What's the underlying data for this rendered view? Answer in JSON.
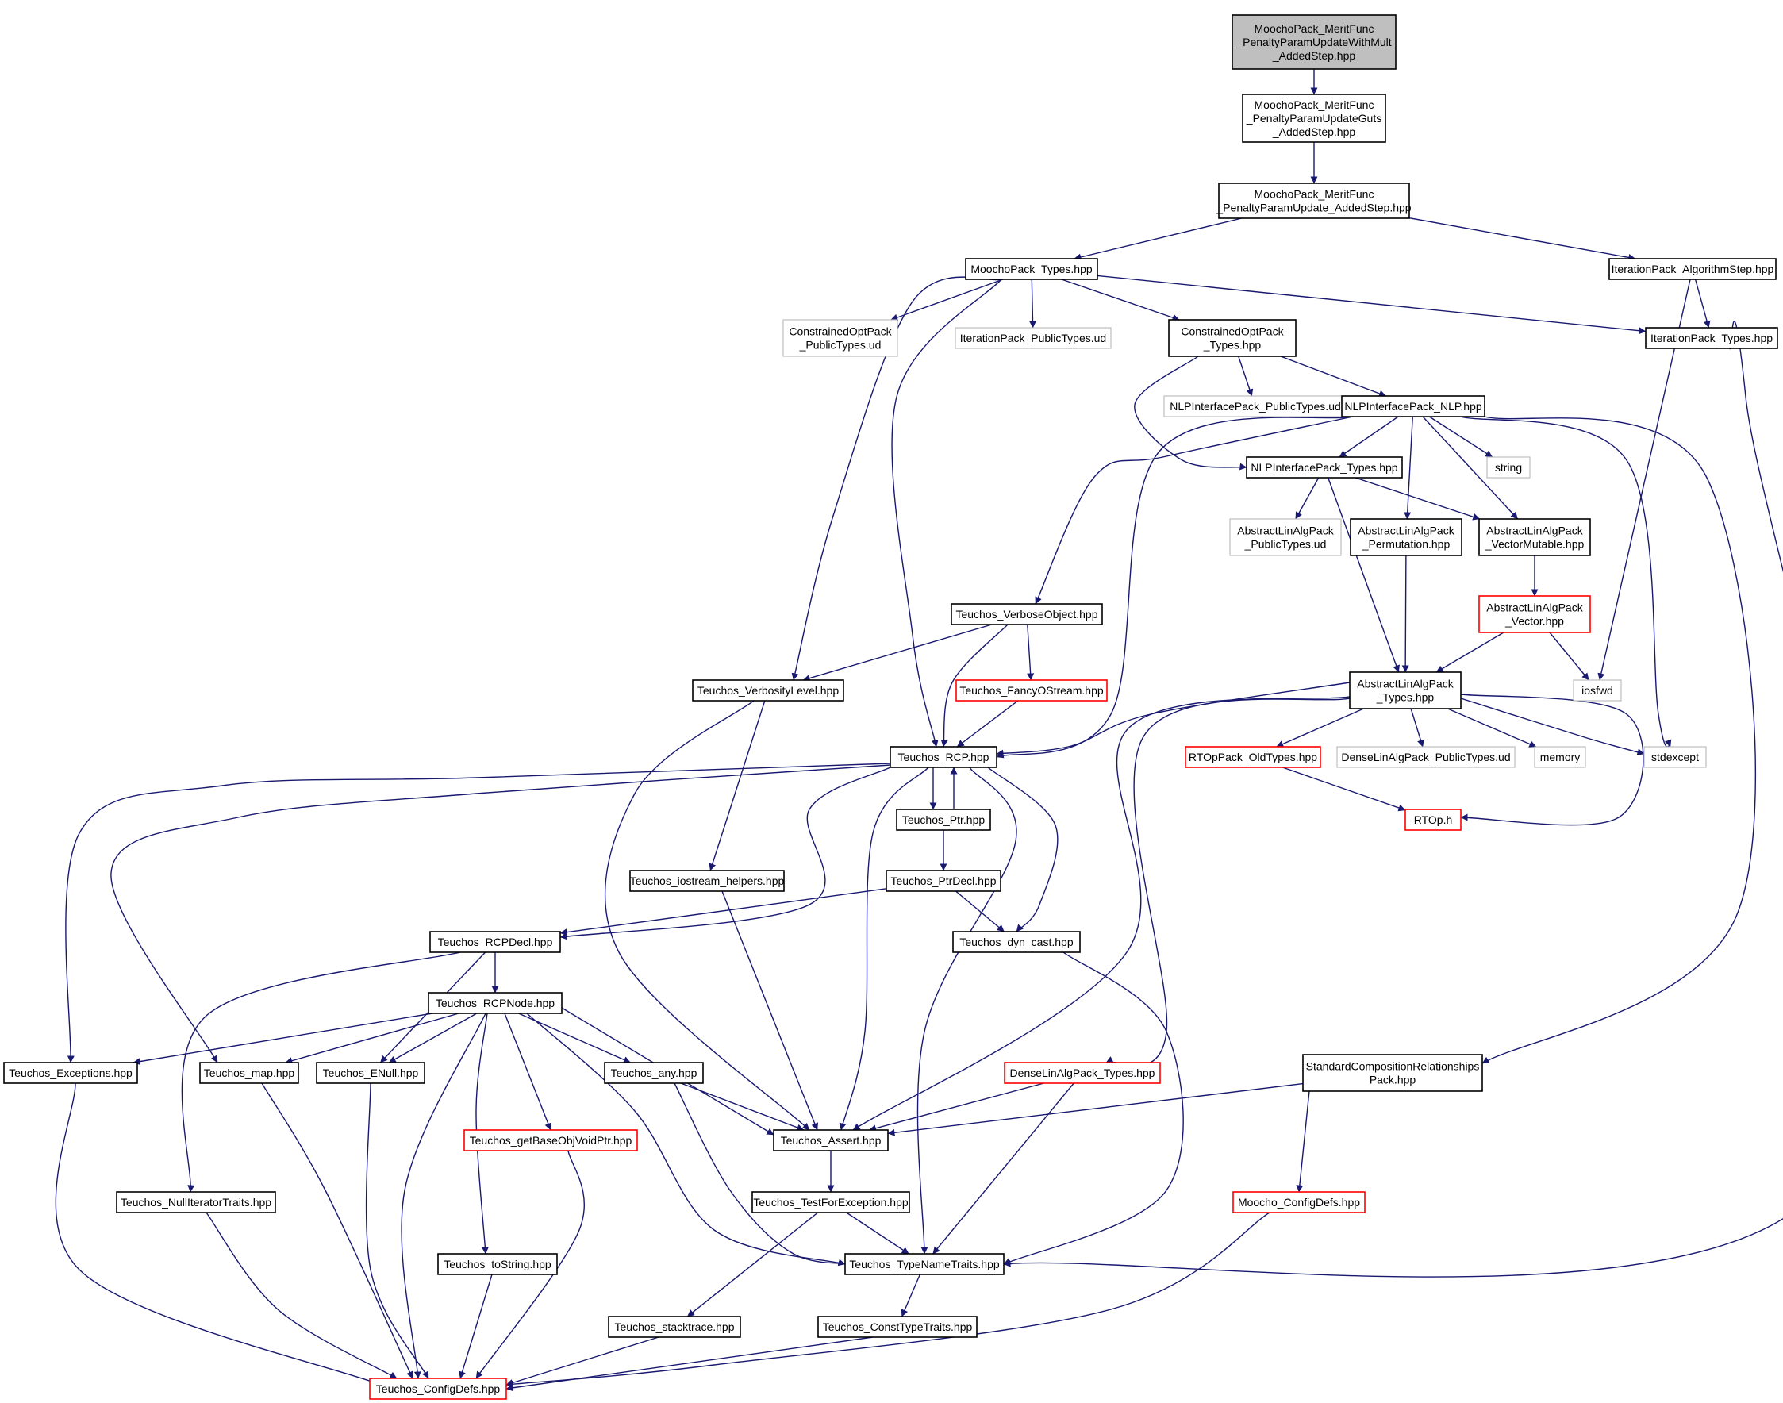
{
  "colors": {
    "edge": "#191970",
    "root_fill": "#bfbfbf",
    "documented_border": "#000000",
    "truncated_border": "#ff0000",
    "external_border": "#bfbfbf",
    "external_text": "#404040"
  },
  "nodes": [
    {
      "id": "root",
      "kind": "root",
      "lines": [
        "MoochoPack_MeritFunc",
        "_PenaltyParamUpdateWithMult",
        "_AddedStep.hpp"
      ]
    },
    {
      "id": "guts",
      "kind": "documented",
      "lines": [
        "MoochoPack_MeritFunc",
        "_PenaltyParamUpdateGuts",
        "_AddedStep.hpp"
      ]
    },
    {
      "id": "upd",
      "kind": "documented",
      "lines": [
        "MoochoPack_MeritFunc",
        "_PenaltyParamUpdate_AddedStep.hpp"
      ]
    },
    {
      "id": "mtypes",
      "kind": "documented",
      "lines": [
        "MoochoPack_Types.hpp"
      ]
    },
    {
      "id": "algstep",
      "kind": "documented",
      "lines": [
        "IterationPack_AlgorithmStep.hpp"
      ]
    },
    {
      "id": "copub",
      "kind": "external",
      "lines": [
        "ConstrainedOptPack",
        "_PublicTypes.ud"
      ]
    },
    {
      "id": "itpub",
      "kind": "external",
      "lines": [
        "IterationPack_PublicTypes.ud"
      ]
    },
    {
      "id": "cotypes",
      "kind": "documented",
      "lines": [
        "ConstrainedOptPack",
        "_Types.hpp"
      ]
    },
    {
      "id": "ittypes",
      "kind": "documented",
      "lines": [
        "IterationPack_Types.hpp"
      ]
    },
    {
      "id": "nlppub",
      "kind": "external",
      "lines": [
        "NLPInterfacePack_PublicTypes.ud"
      ]
    },
    {
      "id": "nlp",
      "kind": "documented",
      "lines": [
        "NLPInterfacePack_NLP.hpp"
      ]
    },
    {
      "id": "nlptypes",
      "kind": "documented",
      "lines": [
        "NLPInterfacePack_Types.hpp"
      ]
    },
    {
      "id": "string",
      "kind": "external",
      "lines": [
        "string"
      ]
    },
    {
      "id": "alapub",
      "kind": "external",
      "lines": [
        "AbstractLinAlgPack",
        "_PublicTypes.ud"
      ]
    },
    {
      "id": "alaperm",
      "kind": "documented",
      "lines": [
        "AbstractLinAlgPack",
        "_Permutation.hpp"
      ]
    },
    {
      "id": "alavm",
      "kind": "documented",
      "lines": [
        "AbstractLinAlgPack",
        "_VectorMutable.hpp"
      ]
    },
    {
      "id": "verbobj",
      "kind": "documented",
      "lines": [
        "Teuchos_VerboseObject.hpp"
      ]
    },
    {
      "id": "alavec",
      "kind": "truncated",
      "lines": [
        "AbstractLinAlgPack",
        "_Vector.hpp"
      ]
    },
    {
      "id": "verblvl",
      "kind": "documented",
      "lines": [
        "Teuchos_VerbosityLevel.hpp"
      ]
    },
    {
      "id": "fancy",
      "kind": "truncated",
      "lines": [
        "Teuchos_FancyOStream.hpp"
      ]
    },
    {
      "id": "alatypes",
      "kind": "documented",
      "lines": [
        "AbstractLinAlgPack",
        "_Types.hpp"
      ]
    },
    {
      "id": "iosfwd",
      "kind": "external",
      "lines": [
        "iosfwd"
      ]
    },
    {
      "id": "rcp",
      "kind": "documented",
      "lines": [
        "Teuchos_RCP.hpp"
      ]
    },
    {
      "id": "rtopold",
      "kind": "truncated",
      "lines": [
        "RTOpPack_OldTypes.hpp"
      ]
    },
    {
      "id": "denpub",
      "kind": "external",
      "lines": [
        "DenseLinAlgPack_PublicTypes.ud"
      ]
    },
    {
      "id": "memory",
      "kind": "external",
      "lines": [
        "memory"
      ]
    },
    {
      "id": "stdexcept",
      "kind": "external",
      "lines": [
        "stdexcept"
      ]
    },
    {
      "id": "ptr",
      "kind": "documented",
      "lines": [
        "Teuchos_Ptr.hpp"
      ]
    },
    {
      "id": "rtop",
      "kind": "truncated",
      "lines": [
        "RTOp.h"
      ]
    },
    {
      "id": "iohelp",
      "kind": "documented",
      "lines": [
        "Teuchos_iostream_helpers.hpp"
      ]
    },
    {
      "id": "ptrdecl",
      "kind": "documented",
      "lines": [
        "Teuchos_PtrDecl.hpp"
      ]
    },
    {
      "id": "rcpdecl",
      "kind": "documented",
      "lines": [
        "Teuchos_RCPDecl.hpp"
      ]
    },
    {
      "id": "dyncast",
      "kind": "documented",
      "lines": [
        "Teuchos_dyn_cast.hpp"
      ]
    },
    {
      "id": "rcpnode",
      "kind": "documented",
      "lines": [
        "Teuchos_RCPNode.hpp"
      ]
    },
    {
      "id": "except",
      "kind": "documented",
      "lines": [
        "Teuchos_Exceptions.hpp"
      ]
    },
    {
      "id": "map",
      "kind": "documented",
      "lines": [
        "Teuchos_map.hpp"
      ]
    },
    {
      "id": "enull",
      "kind": "documented",
      "lines": [
        "Teuchos_ENull.hpp"
      ]
    },
    {
      "id": "any",
      "kind": "documented",
      "lines": [
        "Teuchos_any.hpp"
      ]
    },
    {
      "id": "dentypes",
      "kind": "truncated",
      "lines": [
        "DenseLinAlgPack_Types.hpp"
      ]
    },
    {
      "id": "scrp",
      "kind": "documented",
      "lines": [
        "StandardCompositionRelationships",
        "Pack.hpp"
      ]
    },
    {
      "id": "getbase",
      "kind": "truncated",
      "lines": [
        "Teuchos_getBaseObjVoidPtr.hpp"
      ]
    },
    {
      "id": "assert",
      "kind": "documented",
      "lines": [
        "Teuchos_Assert.hpp"
      ]
    },
    {
      "id": "nullit",
      "kind": "documented",
      "lines": [
        "Teuchos_NullIteratorTraits.hpp"
      ]
    },
    {
      "id": "tfe",
      "kind": "documented",
      "lines": [
        "Teuchos_TestForException.hpp"
      ]
    },
    {
      "id": "mconf",
      "kind": "truncated",
      "lines": [
        "Moocho_ConfigDefs.hpp"
      ]
    },
    {
      "id": "tostring",
      "kind": "documented",
      "lines": [
        "Teuchos_toString.hpp"
      ]
    },
    {
      "id": "tnt",
      "kind": "documented",
      "lines": [
        "Teuchos_TypeNameTraits.hpp"
      ]
    },
    {
      "id": "stack",
      "kind": "documented",
      "lines": [
        "Teuchos_stacktrace.hpp"
      ]
    },
    {
      "id": "ctt",
      "kind": "documented",
      "lines": [
        "Teuchos_ConstTypeTraits.hpp"
      ]
    },
    {
      "id": "tconf",
      "kind": "truncated",
      "lines": [
        "Teuchos_ConfigDefs.hpp"
      ]
    }
  ],
  "edges": [
    [
      "root",
      "guts"
    ],
    [
      "guts",
      "upd"
    ],
    [
      "upd",
      "mtypes"
    ],
    [
      "upd",
      "algstep"
    ],
    [
      "mtypes",
      "copub"
    ],
    [
      "mtypes",
      "itpub"
    ],
    [
      "mtypes",
      "cotypes"
    ],
    [
      "mtypes",
      "ittypes"
    ],
    [
      "mtypes",
      "verblvl"
    ],
    [
      "mtypes",
      "rcp"
    ],
    [
      "algstep",
      "ittypes"
    ],
    [
      "algstep",
      "iosfwd"
    ],
    [
      "ittypes",
      "tnt"
    ],
    [
      "cotypes",
      "nlppub"
    ],
    [
      "cotypes",
      "nlp"
    ],
    [
      "cotypes",
      "nlptypes"
    ],
    [
      "nlp",
      "nlptypes"
    ],
    [
      "nlp",
      "string"
    ],
    [
      "nlp",
      "alaperm"
    ],
    [
      "nlp",
      "alavm"
    ],
    [
      "nlp",
      "verbobj"
    ],
    [
      "nlp",
      "rcp"
    ],
    [
      "nlp",
      "stdexcept"
    ],
    [
      "nlp",
      "scrp"
    ],
    [
      "nlptypes",
      "alapub"
    ],
    [
      "nlptypes",
      "alatypes"
    ],
    [
      "nlptypes",
      "alavm"
    ],
    [
      "alaperm",
      "alatypes"
    ],
    [
      "alavm",
      "alavec"
    ],
    [
      "alavec",
      "alatypes"
    ],
    [
      "alavec",
      "iosfwd"
    ],
    [
      "verbobj",
      "verblvl"
    ],
    [
      "verbobj",
      "fancy"
    ],
    [
      "verbobj",
      "rcp"
    ],
    [
      "fancy",
      "rcp"
    ],
    [
      "verblvl",
      "iohelp"
    ],
    [
      "verblvl",
      "assert"
    ],
    [
      "alatypes",
      "rcp"
    ],
    [
      "alatypes",
      "rtopold"
    ],
    [
      "alatypes",
      "denpub"
    ],
    [
      "alatypes",
      "memory"
    ],
    [
      "alatypes",
      "stdexcept"
    ],
    [
      "alatypes",
      "rtop"
    ],
    [
      "alatypes",
      "dentypes"
    ],
    [
      "alatypes",
      "assert"
    ],
    [
      "rtopold",
      "rtop"
    ],
    [
      "rcp",
      "ptr"
    ],
    [
      "ptr",
      "rcp"
    ],
    [
      "rcp",
      "rcpdecl"
    ],
    [
      "rcp",
      "dyncast"
    ],
    [
      "rcp",
      "except"
    ],
    [
      "rcp",
      "map"
    ],
    [
      "rcp",
      "assert"
    ],
    [
      "rcp",
      "tnt"
    ],
    [
      "ptr",
      "ptrdecl"
    ],
    [
      "ptrdecl",
      "rcpdecl"
    ],
    [
      "ptrdecl",
      "dyncast"
    ],
    [
      "iohelp",
      "assert"
    ],
    [
      "rcpdecl",
      "rcpnode"
    ],
    [
      "rcpdecl",
      "enull"
    ],
    [
      "rcpdecl",
      "nullit"
    ],
    [
      "dyncast",
      "tnt"
    ],
    [
      "rcpnode",
      "except"
    ],
    [
      "rcpnode",
      "map"
    ],
    [
      "rcpnode",
      "enull"
    ],
    [
      "rcpnode",
      "any"
    ],
    [
      "rcpnode",
      "assert"
    ],
    [
      "rcpnode",
      "getbase"
    ],
    [
      "rcpnode",
      "tostring"
    ],
    [
      "rcpnode",
      "tnt"
    ],
    [
      "rcpnode",
      "tconf"
    ],
    [
      "any",
      "assert"
    ],
    [
      "any",
      "tnt"
    ],
    [
      "dentypes",
      "assert"
    ],
    [
      "dentypes",
      "tnt"
    ],
    [
      "scrp",
      "assert"
    ],
    [
      "scrp",
      "mconf"
    ],
    [
      "assert",
      "tfe"
    ],
    [
      "tfe",
      "tnt"
    ],
    [
      "tfe",
      "stack"
    ],
    [
      "tnt",
      "ctt"
    ],
    [
      "except",
      "tconf"
    ],
    [
      "map",
      "tconf"
    ],
    [
      "enull",
      "tconf"
    ],
    [
      "getbase",
      "tconf"
    ],
    [
      "nullit",
      "tconf"
    ],
    [
      "tostring",
      "tconf"
    ],
    [
      "stack",
      "tconf"
    ],
    [
      "ctt",
      "tconf"
    ],
    [
      "mconf",
      "tconf"
    ]
  ]
}
